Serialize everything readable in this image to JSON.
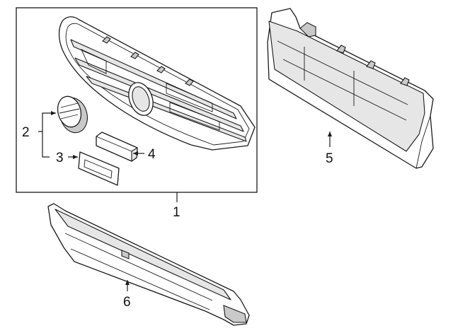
{
  "callouts": {
    "c1": "1",
    "c2": "2",
    "c3": "3",
    "c4": "4",
    "c5": "5",
    "c6": "6"
  },
  "parts": [
    {
      "number": "1",
      "icon": "grille-assembly"
    },
    {
      "number": "2",
      "icon": "emblem"
    },
    {
      "number": "3",
      "icon": "license-bracket"
    },
    {
      "number": "4",
      "icon": "bracket-clip"
    },
    {
      "number": "5",
      "icon": "air-deflector"
    },
    {
      "number": "6",
      "icon": "lower-deflector"
    }
  ]
}
